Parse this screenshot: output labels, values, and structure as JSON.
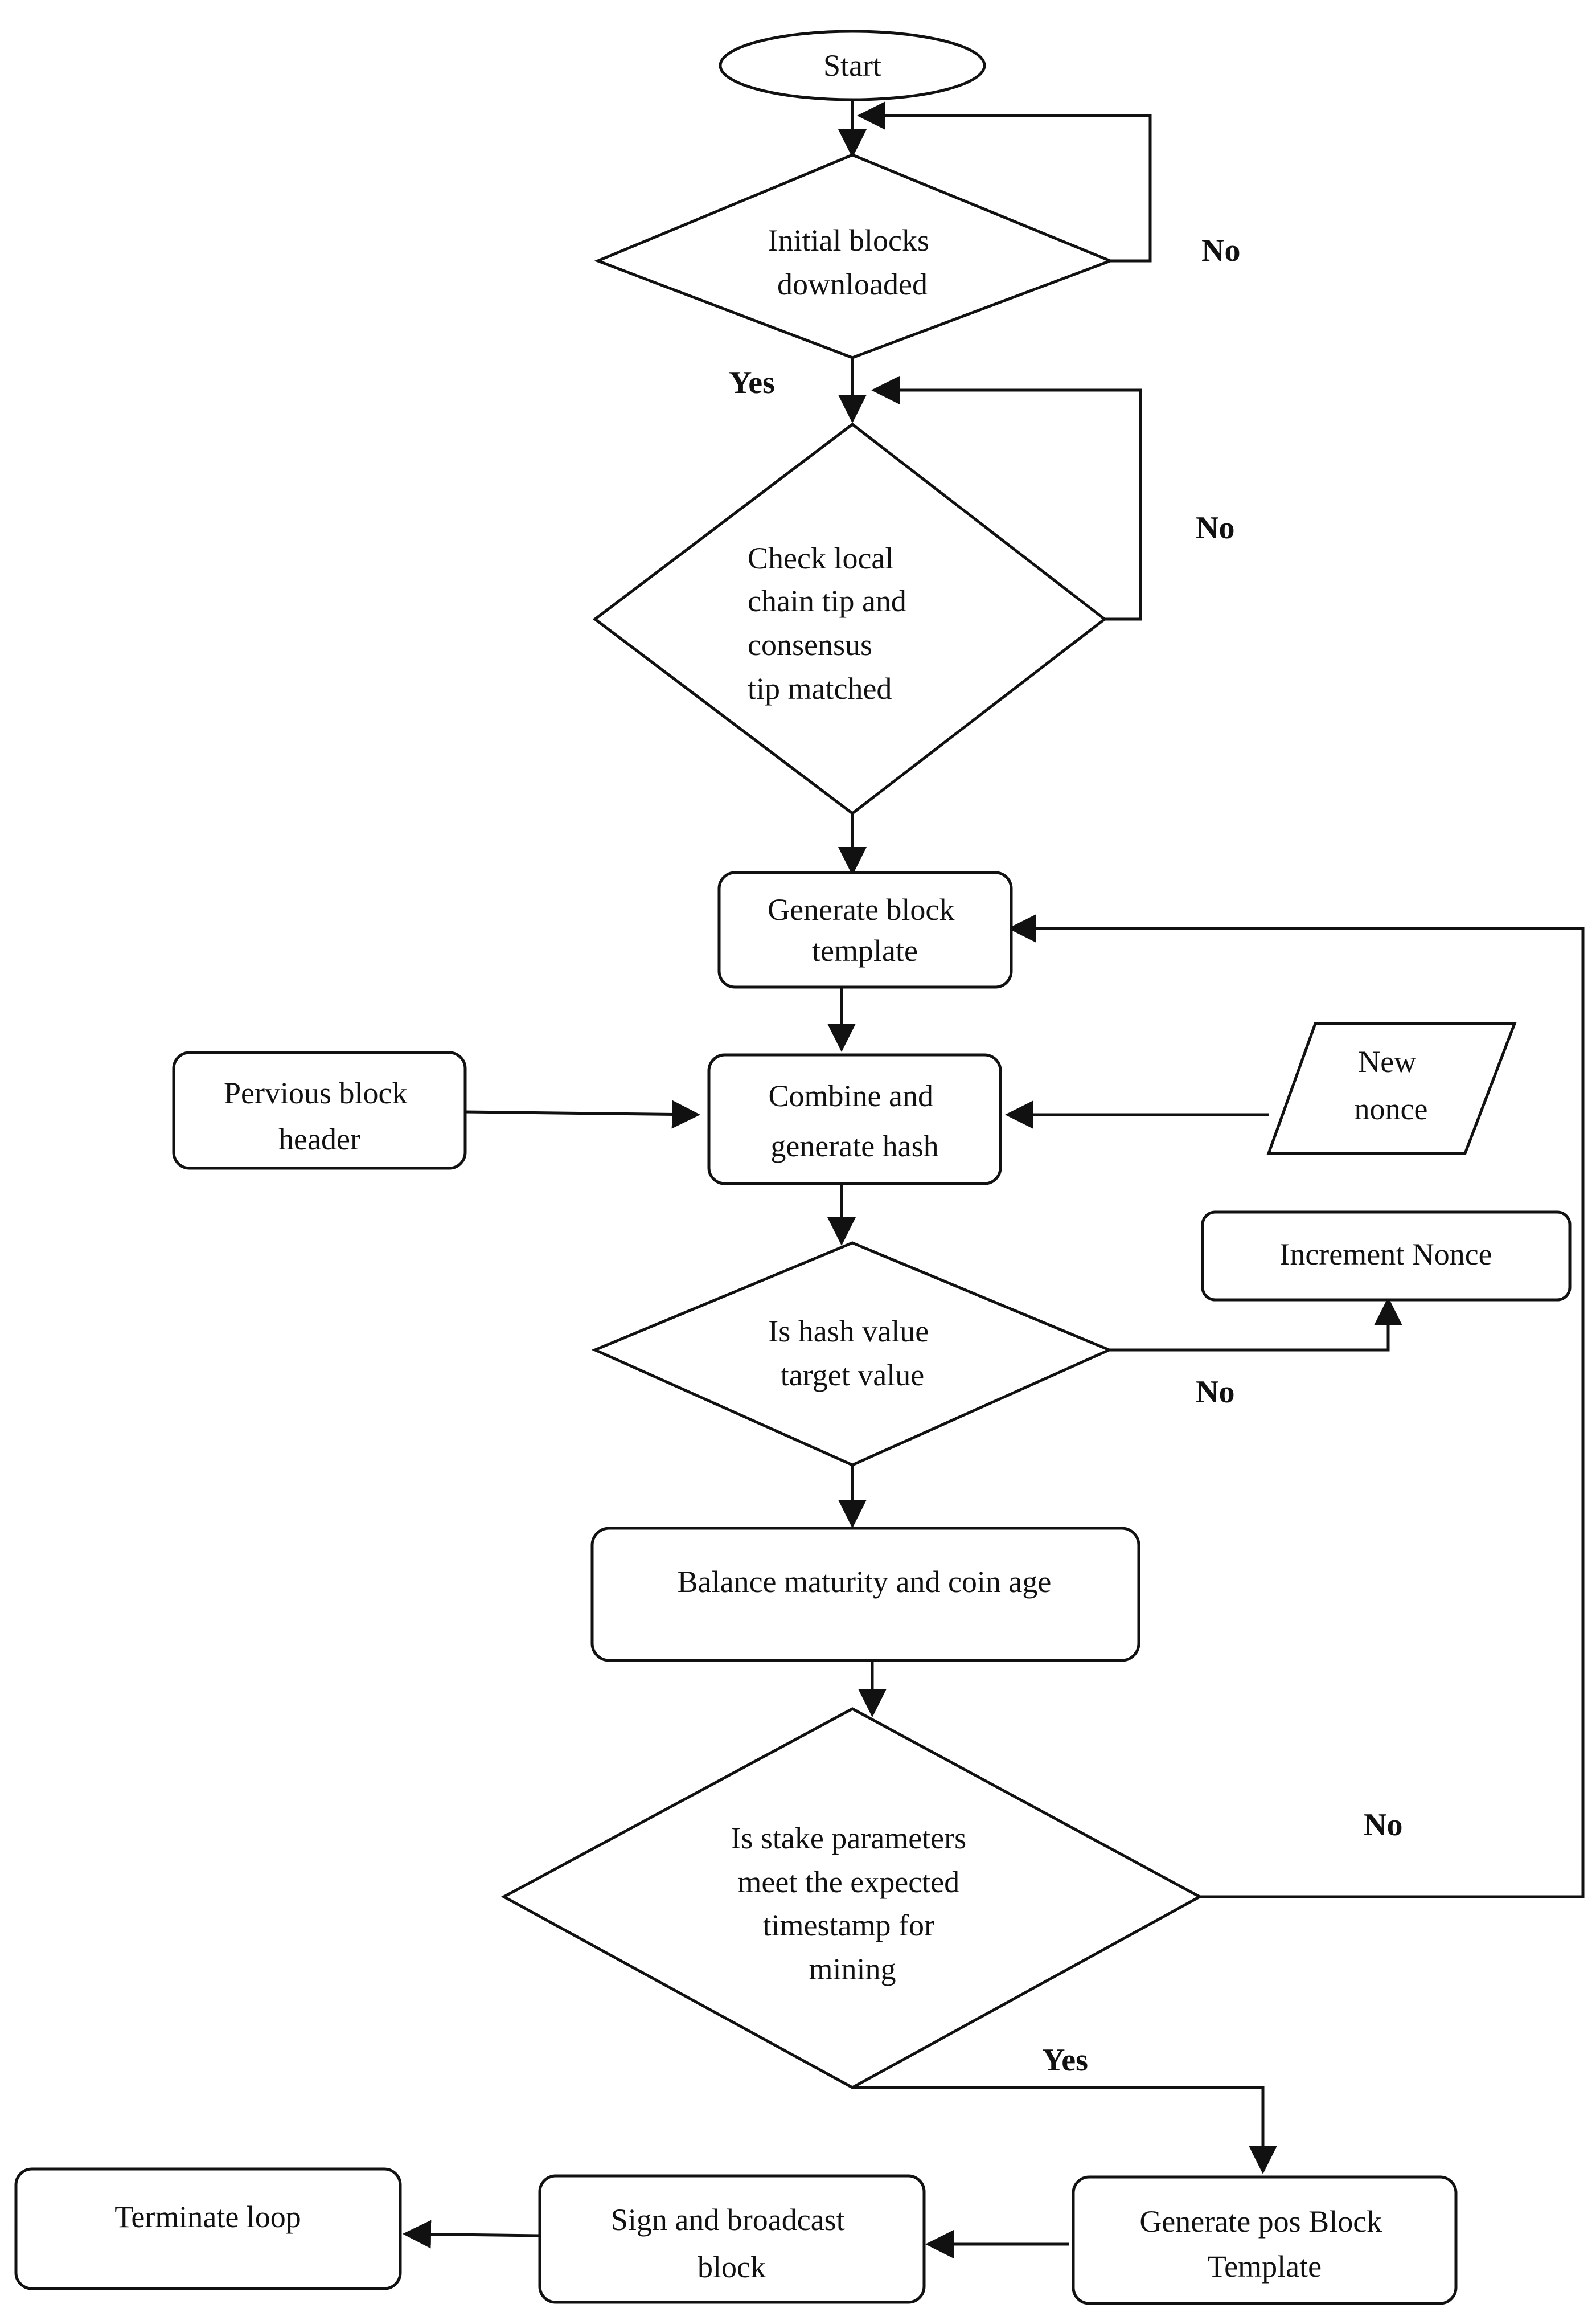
{
  "nodes": {
    "start": "Start",
    "initial_blocks": [
      "Initial blocks",
      "downloaded"
    ],
    "check_tip": [
      "Check local",
      "chain tip and",
      "consensus",
      "tip matched"
    ],
    "generate_template": [
      "Generate block",
      "template"
    ],
    "previous_header": [
      "Pervious block",
      "header"
    ],
    "combine_hash": [
      "Combine and",
      "generate hash"
    ],
    "new_nonce": [
      "New",
      "nonce"
    ],
    "increment_nonce": "Increment Nonce",
    "hash_target": [
      "Is hash value",
      "target value"
    ],
    "balance_maturity": "Balance maturity and coin age",
    "stake_params": [
      "Is stake parameters",
      "meet the expected",
      "timestamp for",
      "mining"
    ],
    "generate_pos": [
      "Generate pos Block",
      "Template"
    ],
    "sign_broadcast": [
      "Sign and broadcast",
      "block"
    ],
    "terminate": "Terminate loop"
  },
  "labels": {
    "no_initial": "No",
    "yes_initial": "Yes",
    "no_check": "No",
    "no_hash": "No",
    "no_stake": "No",
    "yes_stake": "Yes"
  }
}
